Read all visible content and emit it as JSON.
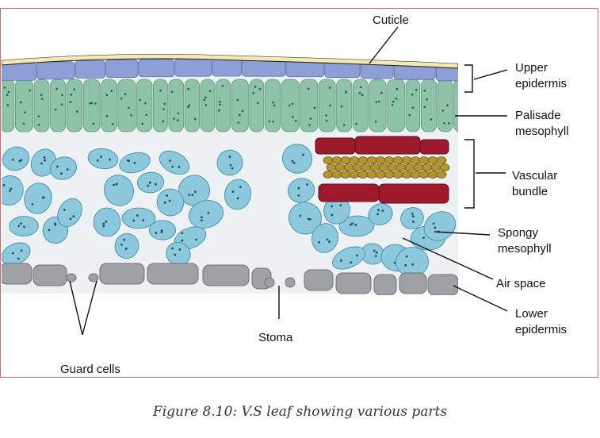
{
  "caption": "Figure 8.10: V.S leaf showing various parts",
  "labels": {
    "cuticle": "Cuticle",
    "upper_epidermis": [
      "Upper",
      "epidermis"
    ],
    "palisade": [
      "Palisade",
      "mesophyll"
    ],
    "vascular": [
      "Vascular",
      "bundle"
    ],
    "spongy": [
      "Spongy",
      "mesophyll"
    ],
    "air_space": "Air space",
    "lower_epidermis": [
      "Lower",
      "epidermis"
    ],
    "stoma": "Stoma",
    "guard_cells": "Guard cells"
  },
  "colors": {
    "frame": "#d06a6a",
    "cuticle": "#f3e9b3",
    "upper_epidermis": "#8d9fd6",
    "palisade": "#8fc3a9",
    "spongy": "#8dc8dd",
    "tissue_bg": "#eef1f4",
    "xylem": "#b5942f",
    "phloem": "#9e1b2d",
    "lower_epidermis": "#9ea2a6"
  }
}
